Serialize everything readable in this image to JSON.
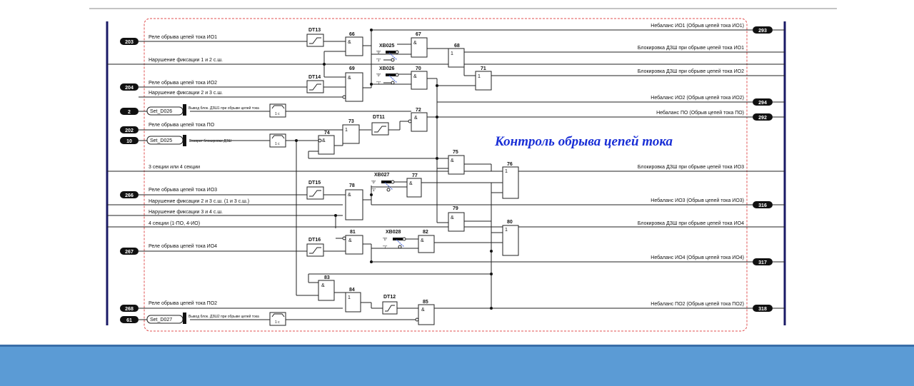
{
  "diagram": {
    "title": "Контроль обрыва цепей тока"
  },
  "inputs": [
    {
      "id": "203",
      "label": "Реле обрыва цепей тока ИО1"
    },
    {
      "id": "204",
      "label": "Реле обрыва цепей тока ИО2"
    },
    {
      "id": "2",
      "label": "Set_D026",
      "desc": "Вывод блок. ДЗШ1 при обрыве цепей тока"
    },
    {
      "id": "202",
      "label": "Реле обрыва цепей тока ПО"
    },
    {
      "id": "10",
      "label": "Set_D025",
      "desc": "Возврат блокировки ДЗШ"
    },
    {
      "id": "266",
      "label": "Реле обрыва цепей тока ИО3"
    },
    {
      "id": "267",
      "label": "Реле обрыва цепей тока ИО4"
    },
    {
      "id": "268",
      "label": "Реле обрыва цепей тока ПО2"
    },
    {
      "id": "61",
      "label": "Set_D027",
      "desc": "Вывод блок. ДЗШ2 при обрыве цепей тока"
    }
  ],
  "bus_labels": [
    "Нарушение фиксации 1 и 2 с.ш.",
    "Нарушение фиксации 2 и 3 с.ш.",
    "3 секции или 4 секции",
    "Нарушение фиксации 2 и 3 с.ш. (1 и 3 с.ш.)",
    "Нарушение фиксации 3 и 4 с.ш.",
    "4 секции (1-ПО, 4-ИО)"
  ],
  "outputs": [
    {
      "id": "293",
      "label": "Небаланс ИО1 (Обрыв цепей тока ИО1)"
    },
    {
      "id": "",
      "label": "Блокировка ДЗШ при обрыве цепей тока ИО1"
    },
    {
      "id": "",
      "label": "Блокировка ДЗШ при обрыве цепей тока ИО2"
    },
    {
      "id": "294",
      "label": "Небаланс ИО2 (Обрыв цепей тока ИО2)"
    },
    {
      "id": "292",
      "label": "Небаланс ПО (Обрыв цепей тока ПО)"
    },
    {
      "id": "",
      "label": "Блокировка ДЗШ при обрыве цепей тока ИО3"
    },
    {
      "id": "316",
      "label": "Небаланс ИО3 (Обрыв цепей тока ИО3)"
    },
    {
      "id": "",
      "label": "Блокировка ДЗШ при обрыве цепей тока ИО4"
    },
    {
      "id": "317",
      "label": "Небаланс ИО4 (Обрыв цепей тока ИО4)"
    },
    {
      "id": "318",
      "label": "Небаланс ПО2 (Обрыв цепей тока ПО2)"
    }
  ],
  "timers": [
    "DT13",
    "DT14",
    "DT11",
    "DT15",
    "DT16",
    "DT12"
  ],
  "timer_delay": "1 c",
  "switches": [
    "XB025",
    "XB026",
    "XB027",
    "XB028"
  ],
  "switch_states": {
    "zero": "\"0\"",
    "one": "\"1\""
  },
  "gate_numbers": [
    "66",
    "67",
    "68",
    "69",
    "70",
    "71",
    "72",
    "73",
    "74",
    "75",
    "76",
    "77",
    "78",
    "79",
    "80",
    "81",
    "82",
    "83",
    "84",
    "85"
  ],
  "gate_symbols": {
    "and": "&",
    "or": "1"
  }
}
